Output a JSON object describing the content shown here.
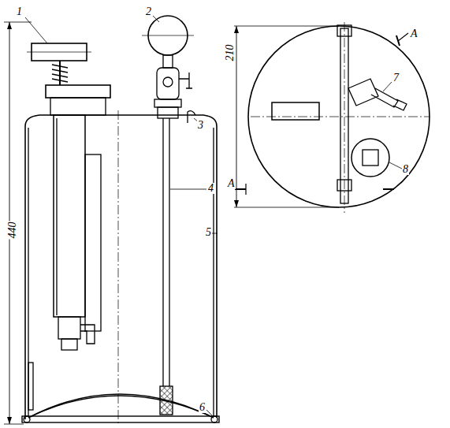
{
  "diagram": {
    "labels": [
      "1",
      "2",
      "3",
      "4",
      "5",
      "6",
      "7",
      "8",
      "210",
      "440",
      "A",
      "A"
    ]
  }
}
